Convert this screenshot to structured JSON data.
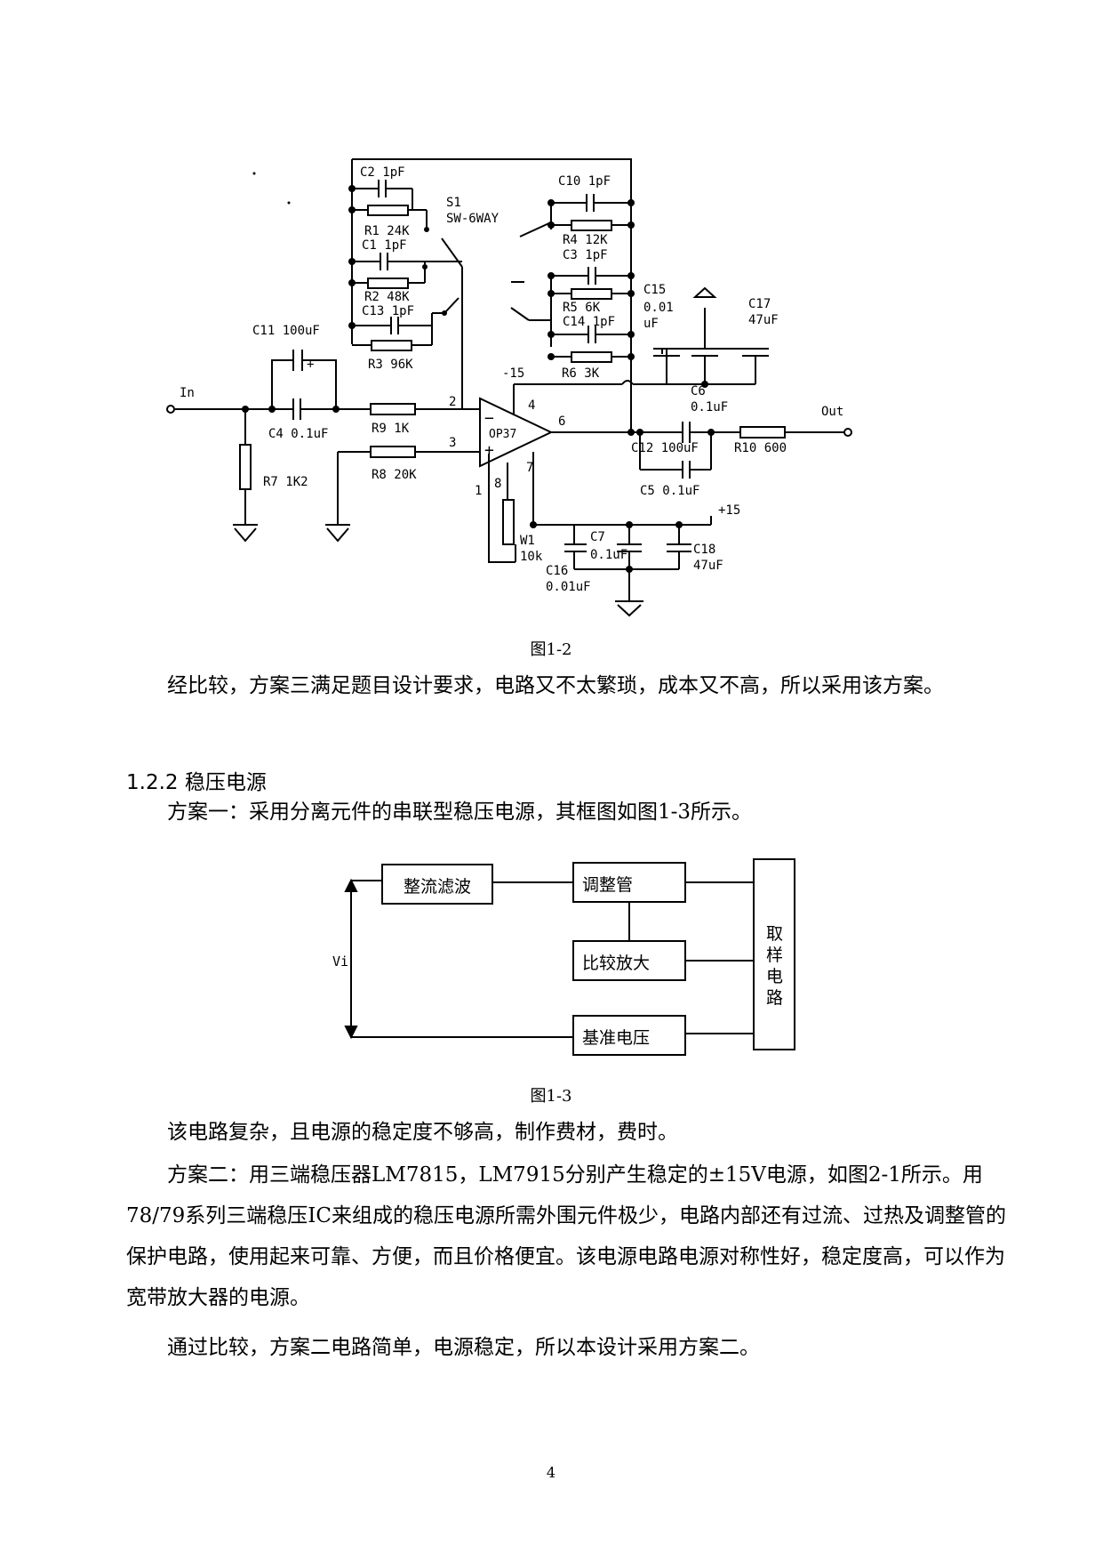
{
  "circuit_fig": {
    "labels": {
      "in": "In",
      "out": "Out",
      "c2": "C2 1pF",
      "r1": "R1 24K",
      "c1": "C1 1pF",
      "r2": "R2 48K",
      "c13": "C13 1pF",
      "r3": "R3 96K",
      "s1": "S1",
      "sw": "SW-6WAY",
      "c10": "C10 1pF",
      "r4": "R4 12K",
      "c3": "C3 1pF",
      "r5": "R5 6K",
      "c14": "C14 1pF",
      "r6": "R6 3K",
      "c15a": "C15",
      "c15b": "0.01",
      "c15c": "uF",
      "c17a": "C17",
      "c17b": "47uF",
      "c11": "C11 100uF",
      "c4": "C4 0.1uF",
      "r9": "R9 1K",
      "r8": "R8 20K",
      "r7": "R7 1K2",
      "op": "OP37",
      "neg15": "-15",
      "pin2": "2",
      "pin3": "3",
      "pin4": "4",
      "pin6": "6",
      "pin7": "7",
      "pin1": "1",
      "pin8": "8",
      "c6a": "C6",
      "c6b": "0.1uF",
      "c12": "C12 100uF",
      "c5": "C5 0.1uF",
      "r10": "R10 600",
      "pos15": "+15",
      "w1a": "W1",
      "w1b": "10k",
      "c7a": "C7",
      "c7b": "0.1uF",
      "c16a": "C16",
      "c16b": "0.01uF",
      "c18a": "C18",
      "c18b": "47uF",
      "minus": "−",
      "plus": "+",
      "plus_small": "+"
    }
  },
  "caption1": "图1-2",
  "para1": "经比较，方案三满足题目设计要求，电路又不太繁琐，成本又不高，所以采用该方案。",
  "heading": "1.2.2 稳压电源",
  "para2": "方案一：采用分离元件的串联型稳压电源，其框图如图1-3所示。",
  "block_fig": {
    "vi": "Vi",
    "rect_filter": "整流滤波",
    "regulator": "调整管",
    "compare_amp": "比较放大",
    "reference": "基准电压",
    "sampling": [
      "取",
      "样",
      "电",
      "路"
    ]
  },
  "caption2": "图1-3",
  "para3": "该电路复杂，且电源的稳定度不够高，制作费材，费时。",
  "para4": "方案二：用三端稳压器LM7815，LM7915分别产生稳定的±15V电源，如图2-1所示。用78/79系列三端稳压IC来组成的稳压电源所需外围元件极少，电路内部还有过流、过热及调整管的保护电路，使用起来可靠、方便，而且价格便宜。该电源电路电源对称性好，稳定度高，可以作为宽带放大器的电源。",
  "para5": "通过比较，方案二电路简单，电源稳定，所以本设计采用方案二。",
  "page_number": "4"
}
